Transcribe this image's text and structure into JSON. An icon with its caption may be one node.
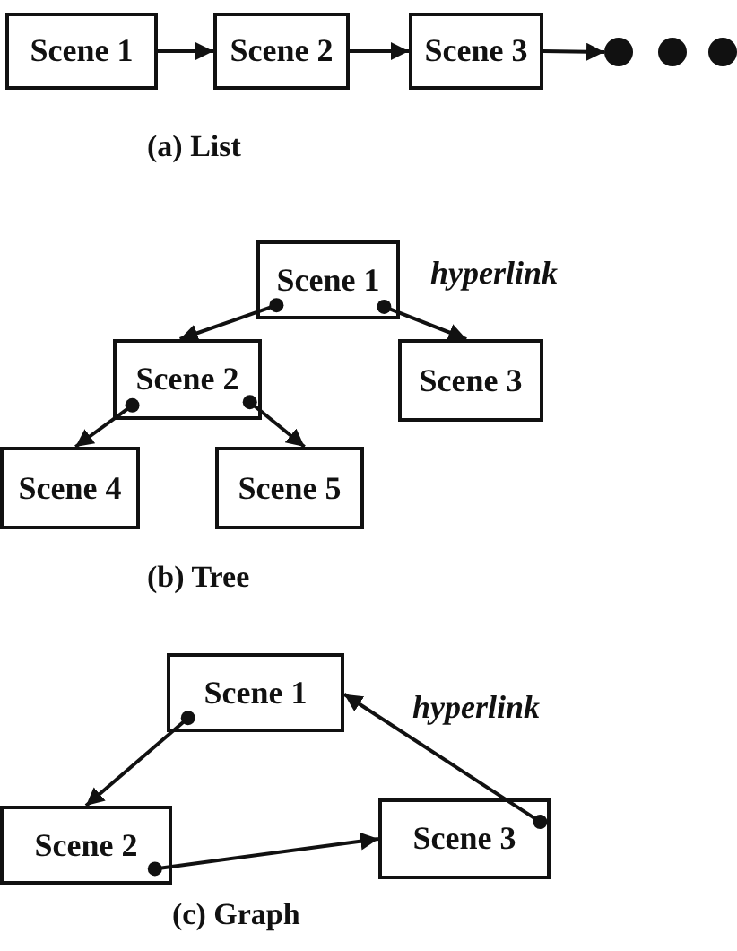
{
  "diagram": {
    "nodes": [
      {
        "text": [
          "Scene 1"
        ]
      },
      {
        "text": [
          "Scene 2"
        ]
      },
      {
        "text": [
          "Scene 3"
        ]
      },
      {
        "text": [],
        "shape": "circle"
      },
      {
        "text": [],
        "shape": "circle"
      },
      {
        "text": [],
        "shape": "circle"
      },
      {
        "text": [
          "Scene 1"
        ]
      },
      {
        "text": [
          "Scene 2"
        ]
      },
      {
        "text": [
          "Scene 3"
        ]
      },
      {
        "text": [
          "Scene 4"
        ]
      },
      {
        "text": [
          "Scene 5"
        ]
      },
      {
        "text": [
          "Scene 1"
        ]
      },
      {
        "text": [
          "Scene 2"
        ]
      },
      {
        "text": [
          "Scene 3"
        ]
      }
    ],
    "edges": [
      {
        "from": 0,
        "to": 1,
        "arrow": "to"
      },
      {
        "from": 1,
        "to": 2,
        "arrow": "to"
      },
      {
        "from": 2,
        "to": 3,
        "arrow": "to"
      },
      {
        "from": 6,
        "to": 7,
        "arrow": "to"
      },
      {
        "from": 6,
        "to": 8,
        "arrow": "to",
        "label": "hyperlink"
      },
      {
        "from": 7,
        "to": 9,
        "arrow": "to"
      },
      {
        "from": 7,
        "to": 10,
        "arrow": "to"
      },
      {
        "from": 11,
        "to": 12,
        "arrow": "to"
      },
      {
        "from": 12,
        "to": 13,
        "arrow": "to"
      },
      {
        "from": 13,
        "to": 11,
        "arrow": "to",
        "label": "hyperlink"
      }
    ],
    "labels": [
      "(a) List",
      "(b) Tree",
      "(c) Graph"
    ]
  }
}
